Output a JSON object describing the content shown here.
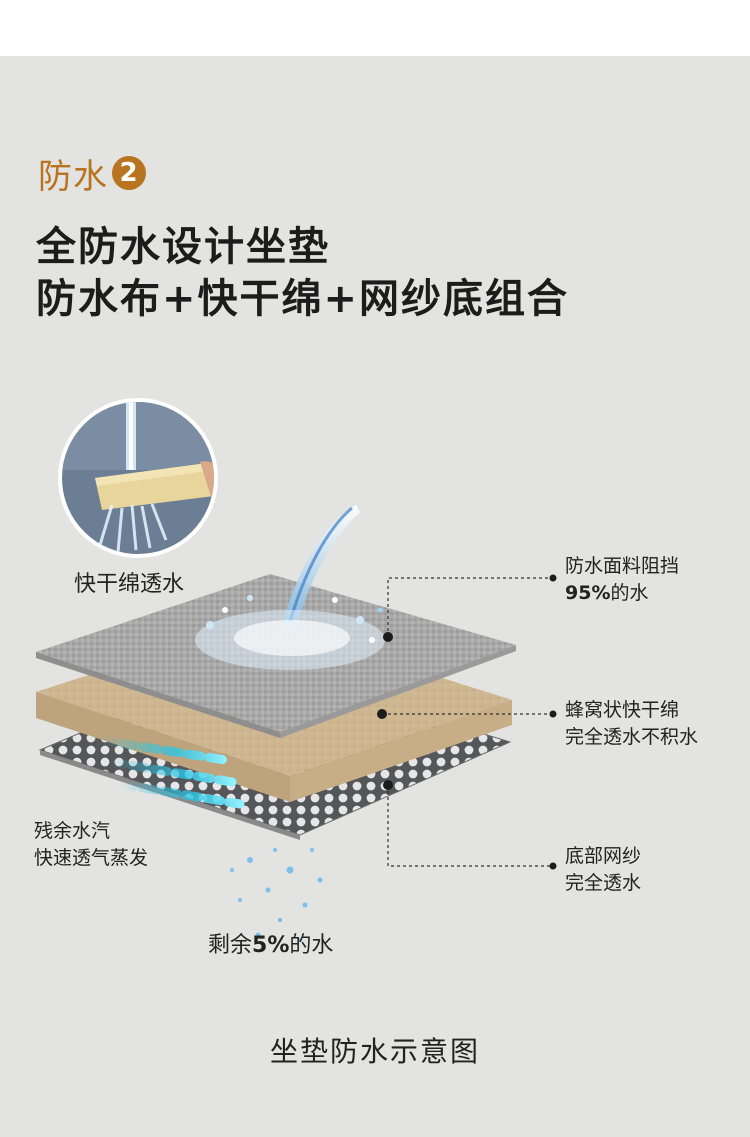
{
  "header": {
    "tag_text": "防水",
    "tag_number": "2",
    "title_line1": "全防水设计坐垫",
    "title_line2": "防水布+快干绵+网纱底组合"
  },
  "inset": {
    "caption": "快干绵透水"
  },
  "callouts": {
    "top": {
      "line1": "防水面料阻挡",
      "line2_bold": "95%",
      "line2_rest": "的水"
    },
    "middle": {
      "line1": "蜂窝状快干绵",
      "line2": "完全透水不积水"
    },
    "bottom": {
      "line1": "底部网纱",
      "line2": "完全透水"
    }
  },
  "left_note": {
    "line1": "残余水汽",
    "line2": "快速透气蒸发"
  },
  "bottom_note": {
    "prefix": "剩余",
    "bold": "5%",
    "suffix": "的水"
  },
  "caption": "坐垫防水示意图",
  "colors": {
    "accent": "#b8741f",
    "background": "#e3e3e1",
    "fabric_grey": "#a9a9a9",
    "foam_tan": "#cdb690",
    "mesh_dark": "#55565a",
    "vapor_cyan": "#29c6e6"
  },
  "icons": [
    "water-splash-icon",
    "water-drops-icon",
    "vapor-arrows-icon"
  ]
}
